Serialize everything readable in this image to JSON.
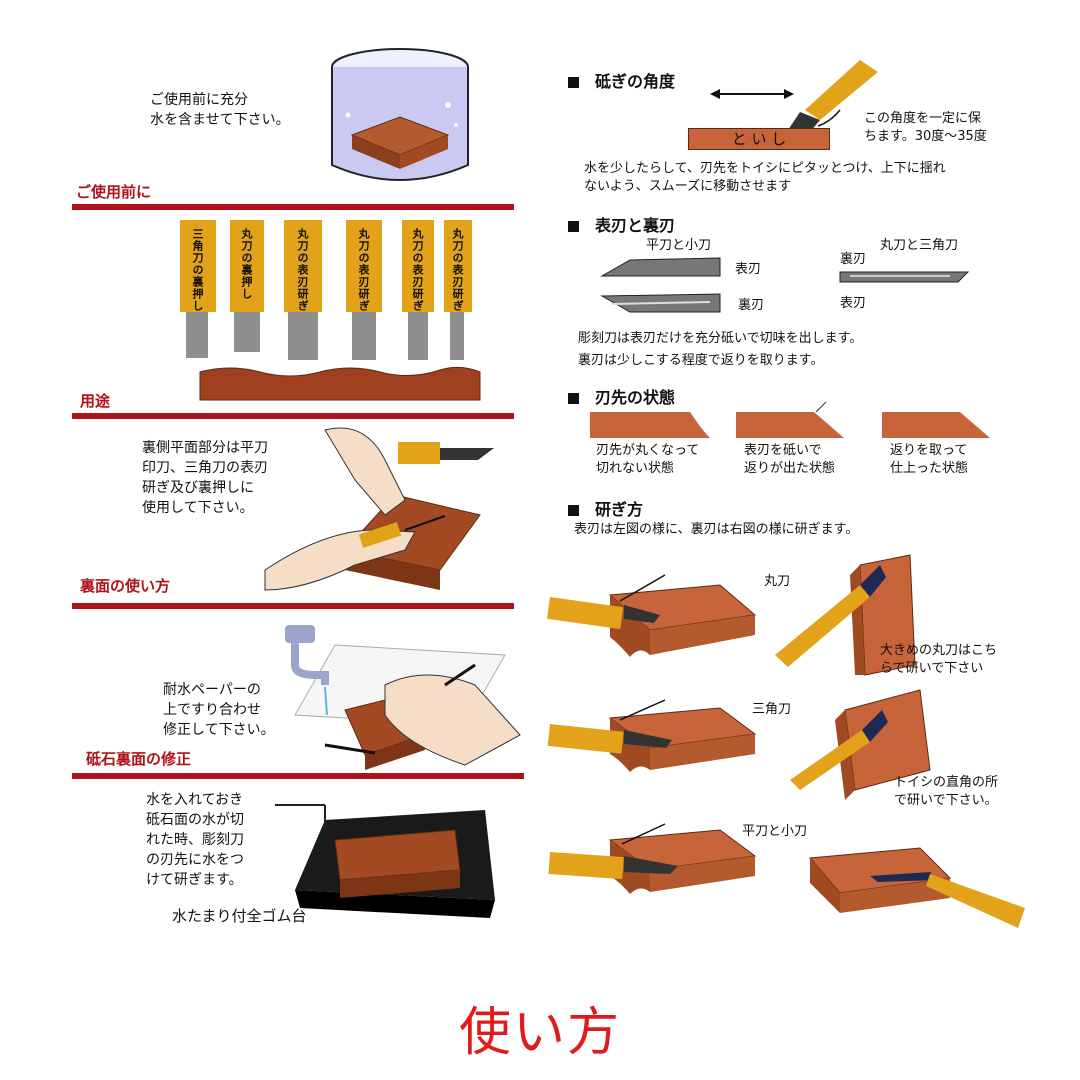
{
  "left": {
    "before_use_note": "ご使用前に充分\n水を含ませて下さい。",
    "section1": "ご使用前に",
    "chisel_labels": [
      "三角刀の裏押し",
      "丸刀の裏押し",
      "丸刀の表刃研ぎ",
      "丸刀の表刃研ぎ",
      "丸刀の表刃研ぎ",
      "丸刀の表刃研ぎ"
    ],
    "section2": "用途",
    "back_note": "裏側平面部分は平刀\n印刀、三角刀の表刃\n研ぎ及び裏押しに\n使用して下さい。",
    "section3": "裏面の使い方",
    "paper_note": "耐水ペーパーの\n上ですり合わせ\n修正して下さい。",
    "section4": "砥石裏面の修正",
    "water_note": "水を入れておき\n砥石面の水が切\nれた時、彫刻刀\nの刃先に水をつ\nけて研ぎます。",
    "base_caption": "水たまり付全ゴム台"
  },
  "right": {
    "h_angle": "砥ぎの角度",
    "angle_note": "この角度を一定に保\nちます。30度～35度",
    "stone_label": "と い し",
    "angle_desc": "水を少したらして、刃先をトイシにピタッとつけ、上下に揺れ\nないよう、スムーズに移動させます",
    "h_faces": "表刃と裏刃",
    "flat_small": "平刀と小刀",
    "round_tri": "丸刀と三角刀",
    "omote": "表刃",
    "ura": "裏刃",
    "faces_desc": "彫刻刀は表刃だけを充分砥いで切味を出します。\n裏刃は少しこする程度で返りを取ります。",
    "h_state": "刃先の状態",
    "state1": "刃先が丸くなって\n切れない状態",
    "state2": "表刃を砥いで\n返りが出た状態",
    "state3": "返りを取って\n仕上った状態",
    "h_method": "研ぎ方",
    "method_desc": "表刃は左図の様に、裏刃は右図の様に研ぎます。",
    "maru": "丸刀",
    "maru_note": "大きめの丸刀はこち\nらで研いで下さい",
    "sankaku": "三角刀",
    "right_angle_note": "トイシの直角の所\nで研いで下さい。",
    "hira_ko": "平刀と小刀"
  },
  "footer": {
    "title": "使い方"
  },
  "colors": {
    "accent": "#b0121a",
    "stone": "#c8643a",
    "handle": "#e2a21a",
    "title": "#e01b1b"
  }
}
